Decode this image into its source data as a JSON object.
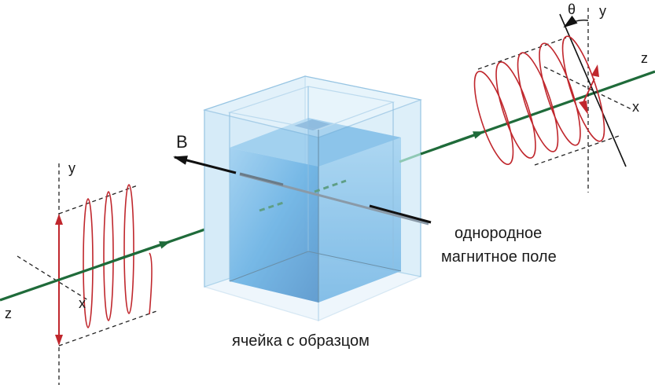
{
  "labels": {
    "left_y": "y",
    "left_x": "x",
    "left_z": "z",
    "right_y": "y",
    "right_x": "x",
    "right_z": "z",
    "theta": "θ",
    "field": "B",
    "field_caption_line1": "однородное",
    "field_caption_line2": "магнитное поле",
    "cell_caption": "ячейка с образцом"
  },
  "colors": {
    "beam": "#1f6b3a",
    "wave": "#c0272d",
    "field": "#111111",
    "glass": "#cfe8f7",
    "liquid": "#2f8ed6"
  }
}
